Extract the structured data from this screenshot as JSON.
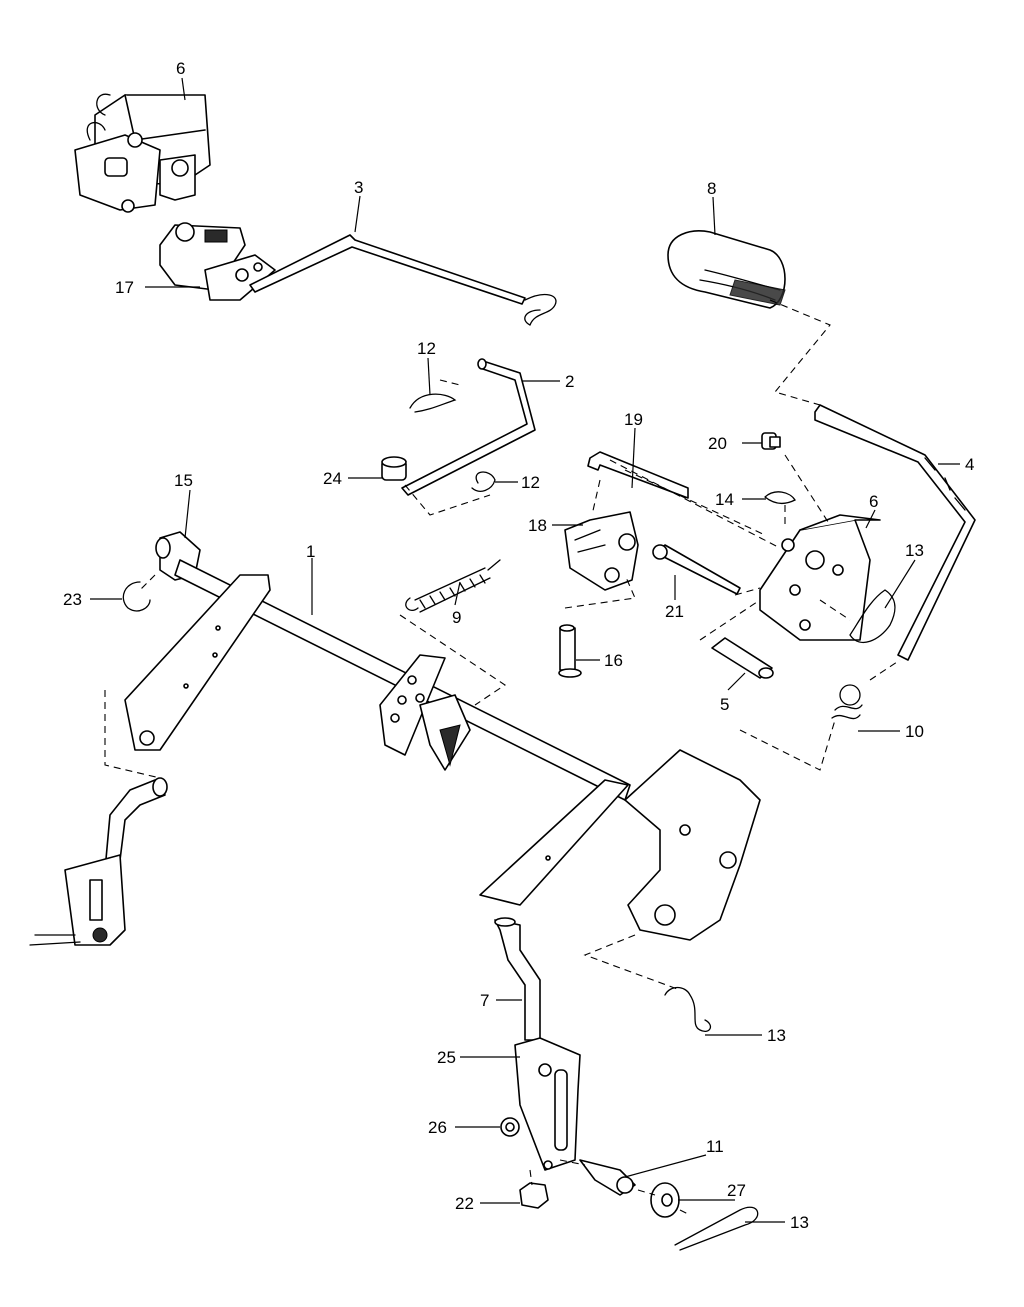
{
  "diagram": {
    "callouts": [
      {
        "id": "c6a",
        "text": "6"
      },
      {
        "id": "c3",
        "text": "3"
      },
      {
        "id": "c17",
        "text": "17"
      },
      {
        "id": "c8",
        "text": "8"
      },
      {
        "id": "c12a",
        "text": "12"
      },
      {
        "id": "c2",
        "text": "2"
      },
      {
        "id": "c19",
        "text": "19"
      },
      {
        "id": "c20",
        "text": "20"
      },
      {
        "id": "c4",
        "text": "4"
      },
      {
        "id": "c24",
        "text": "24"
      },
      {
        "id": "c12b",
        "text": "12"
      },
      {
        "id": "c14",
        "text": "14"
      },
      {
        "id": "c6b",
        "text": "6"
      },
      {
        "id": "c15",
        "text": "15"
      },
      {
        "id": "c18",
        "text": "18"
      },
      {
        "id": "c13a",
        "text": "13"
      },
      {
        "id": "c1",
        "text": "1"
      },
      {
        "id": "c23",
        "text": "23"
      },
      {
        "id": "c9",
        "text": "9"
      },
      {
        "id": "c21",
        "text": "21"
      },
      {
        "id": "c16",
        "text": "16"
      },
      {
        "id": "c5",
        "text": "5"
      },
      {
        "id": "c10",
        "text": "10"
      },
      {
        "id": "c7",
        "text": "7"
      },
      {
        "id": "c13b",
        "text": "13"
      },
      {
        "id": "c25",
        "text": "25"
      },
      {
        "id": "c26",
        "text": "26"
      },
      {
        "id": "c11",
        "text": "11"
      },
      {
        "id": "c27",
        "text": "27"
      },
      {
        "id": "c22",
        "text": "22"
      },
      {
        "id": "c13c",
        "text": "13"
      }
    ]
  }
}
